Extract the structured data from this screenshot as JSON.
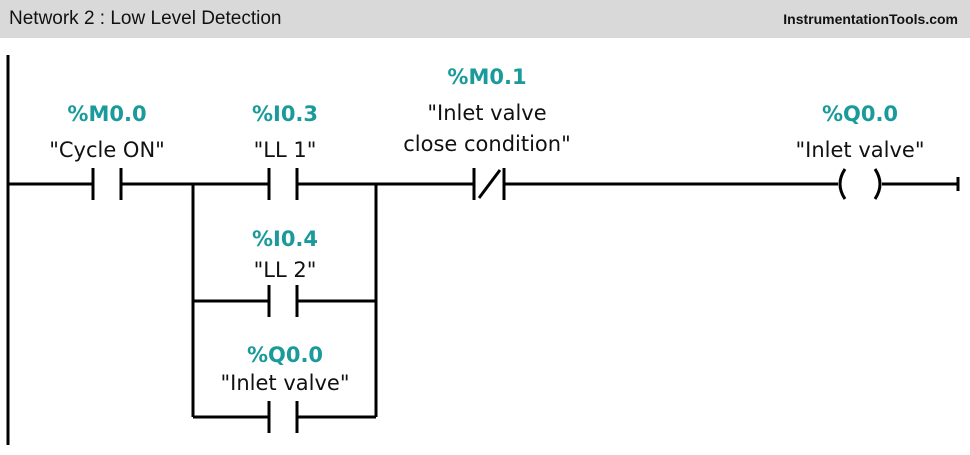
{
  "header": {
    "title": "Network 2 : Low Level Detection",
    "brand": "InstrumentationTools.com"
  },
  "elements": {
    "cycle_on": {
      "address": "%M0.0",
      "tag": "\"Cycle ON\"",
      "type": "NO contact"
    },
    "ll1": {
      "address": "%I0.3",
      "tag": "\"LL 1\"",
      "type": "NO contact"
    },
    "ll2": {
      "address": "%I0.4",
      "tag": "\"LL 2\"",
      "type": "NO contact"
    },
    "latch": {
      "address": "%Q0.0",
      "tag": "\"Inlet valve\"",
      "type": "NO contact"
    },
    "close_cond": {
      "address": "%M0.1",
      "tag_line1": "\"Inlet valve",
      "tag_line2": "close condition\"",
      "type": "NC contact"
    },
    "coil": {
      "address": "%Q0.0",
      "tag": "\"Inlet valve\"",
      "type": "coil"
    }
  },
  "colors": {
    "address": "#1a9a9a",
    "line": "#000000",
    "header_bg": "#d9d9d9"
  }
}
